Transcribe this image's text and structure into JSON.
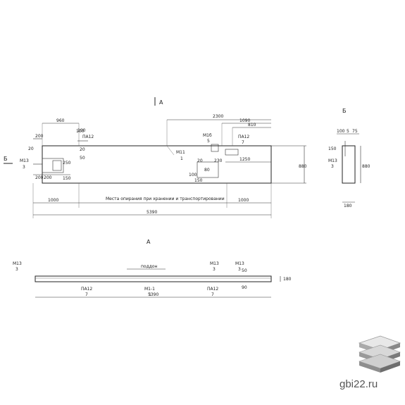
{
  "section_marks": {
    "a_top": "А",
    "b_left": "Б",
    "b_right": "Б",
    "a_bottom": "А"
  },
  "front_view": {
    "dims_top": [
      "2300",
      "1090",
      "810",
      "960",
      "100",
      "200"
    ],
    "dims_small": [
      "20",
      "100",
      "50",
      "20",
      "200",
      "200",
      "150",
      "250",
      "20",
      "80",
      "230",
      "100",
      "150"
    ],
    "dim_1250": "1250",
    "height": "880",
    "bottom_left": "1000",
    "bottom_right": "1000",
    "total_length": "5390",
    "note": "Места опирания при хранении и транспортировании",
    "marks": {
      "m13_left": "М13",
      "m13_left_n": "3",
      "m1b": "М1б",
      "m1b_n": "5",
      "m11": "М11",
      "m11_n": "1",
      "pa12_top": "ПА12",
      "pa12_top_n": "7",
      "pa12_left": "ПА12"
    }
  },
  "side_view": {
    "dims": [
      "100",
      "5",
      "75",
      "150"
    ],
    "marks": {
      "m13": "М13",
      "m13_n": "3"
    },
    "height": "880",
    "width": "180"
  },
  "plan_view": {
    "podd_label": "поддон",
    "marks": {
      "m13_left": "М13",
      "m13_left_n": "3",
      "pa12_left": "ПА12",
      "pa12_left_n": "7",
      "m11": "М1-1",
      "m11_n": "1",
      "m13_mid": "М13",
      "m13_mid_n": "3",
      "m13_right": "М13",
      "m13_right_n": "3",
      "pa12_right": "ПА12",
      "pa12_right_n": "7"
    },
    "dims_right": [
      "50",
      "90"
    ],
    "width": "180",
    "total_length": "5390"
  },
  "site": "gbi22.ru"
}
